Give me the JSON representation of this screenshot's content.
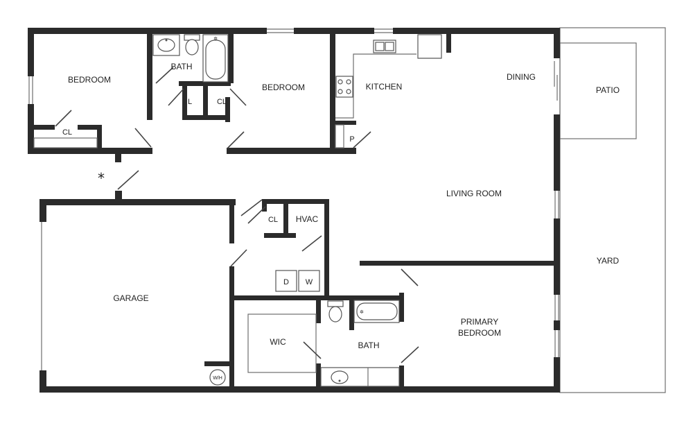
{
  "rooms": {
    "bedroom_nw": "BEDROOM",
    "bath_upper": "BATH",
    "bedroom_center": "BEDROOM",
    "kitchen": "KITCHEN",
    "dining": "DINING",
    "patio": "PATIO",
    "closet_nw": "CL",
    "linen": "L",
    "closet_hall": "CL",
    "pantry": "P",
    "living_room": "LIVING ROOM",
    "garage": "GARAGE",
    "closet_laundry": "CL",
    "hvac": "HVAC",
    "dryer": "D",
    "washer": "W",
    "yard": "YARD",
    "primary_bedroom_line1": "PRIMARY",
    "primary_bedroom_line2": "BEDROOM",
    "wic": "WIC",
    "bath_primary": "BATH",
    "water_heater": "W/H"
  },
  "marker": "*",
  "colors": {
    "wall": "#2b2b2b",
    "line": "#6d6d6d",
    "background": "#ffffff"
  }
}
